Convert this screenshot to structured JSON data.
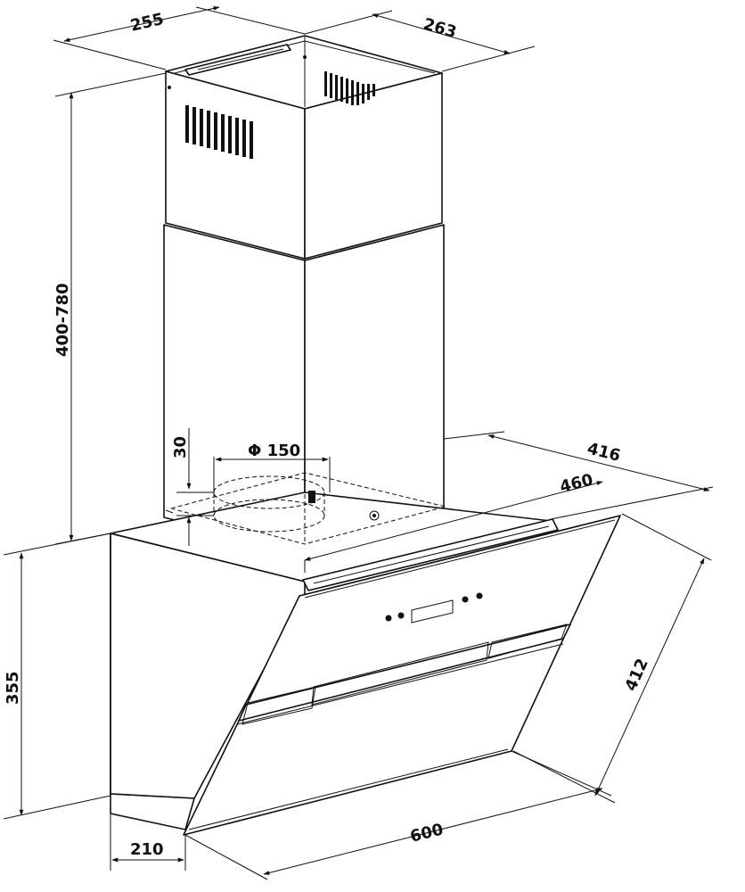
{
  "dimensions": {
    "chimney_width": "255",
    "chimney_depth": "263",
    "chimney_height": "400-780",
    "duct_diameter": "Φ 150",
    "collar_height": "30",
    "mount_depth": "416",
    "mount_width": "460",
    "hood_height": "355",
    "panel_height": "412",
    "hood_width": "600",
    "base_depth": "210"
  }
}
